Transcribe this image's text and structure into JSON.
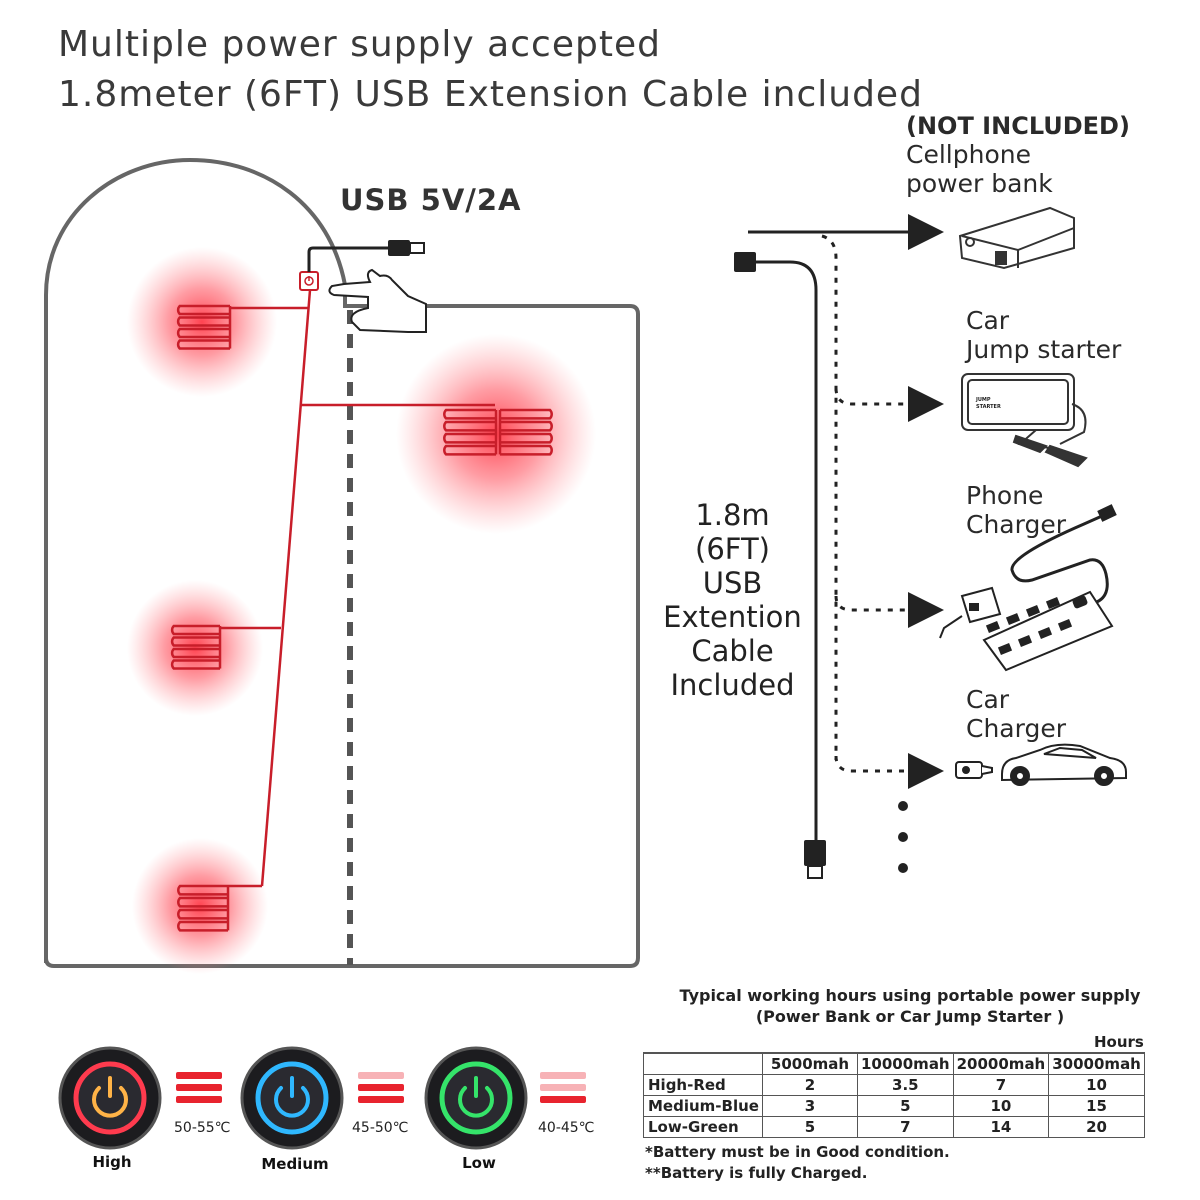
{
  "headline": {
    "line1": "Multiple power supply accepted",
    "line2": "1.8meter (6FT) USB Extension Cable included"
  },
  "usb_label": "USB 5V/2A",
  "sources": {
    "not_included": "(NOT INCLUDED)",
    "items": [
      {
        "label": "Cellphone\npower bank",
        "icon": "power-bank-icon"
      },
      {
        "label": "Car\nJump starter",
        "icon": "jump-starter-icon",
        "device_text": "JUMP\nSTARTER"
      },
      {
        "label": "Phone\nCharger",
        "icon": "phone-charger-icon"
      },
      {
        "label": "Car\nCharger",
        "icon": "car-charger-icon"
      }
    ]
  },
  "cable_label": "1.8m\n(6FT)\nUSB\nExtention\nCable\nIncluded",
  "table": {
    "title": "Typical working hours using portable power supply\n(Power Bank or Car Jump Starter )",
    "unit": "Hours",
    "columns": [
      "5000mah",
      "10000mah",
      "20000mah",
      "30000mah"
    ],
    "rows": [
      {
        "mode": "High-Red",
        "values": [
          "2",
          "3.5",
          "7",
          "10"
        ]
      },
      {
        "mode": "Medium-Blue",
        "values": [
          "3",
          "5",
          "10",
          "15"
        ]
      },
      {
        "mode": "Low-Green",
        "values": [
          "5",
          "7",
          "14",
          "20"
        ]
      }
    ],
    "notes": [
      "*Battery must be in Good condition.",
      "**Battery is fully Charged."
    ]
  },
  "modes": [
    {
      "name": "High",
      "temp": "50-55℃",
      "color": "#ff3b4e",
      "inner": "#ffb347"
    },
    {
      "name": "Medium",
      "temp": "45-50℃",
      "color": "#2fb8ff",
      "inner": "#2fb8ff"
    },
    {
      "name": "Low",
      "temp": "40-45℃",
      "color": "#35e46a",
      "inner": "#35e46a"
    }
  ],
  "colors": {
    "heat_red": "#e8232e",
    "glow": "#ff4a56",
    "outline": "#666666",
    "cable": "#222222"
  }
}
